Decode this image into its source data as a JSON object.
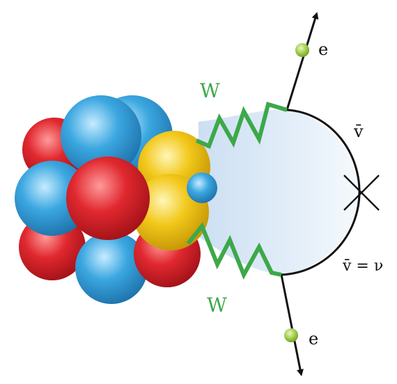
{
  "labels": {
    "w_top": "W",
    "w_bottom": "W",
    "e_top": "e",
    "e_bottom": "e",
    "nu_bar": "v̄",
    "nu_bar_equals_nu": "v̄ = ν"
  },
  "colors": {
    "boson_green": "#3da84a",
    "electron_green": "#9cc94a",
    "proton_red": "#d8232a",
    "neutron_blue": "#3aa6df",
    "highlight_yellow": "#f1c418",
    "line_black": "#111111",
    "glow_blue": "#d4e4f4"
  }
}
